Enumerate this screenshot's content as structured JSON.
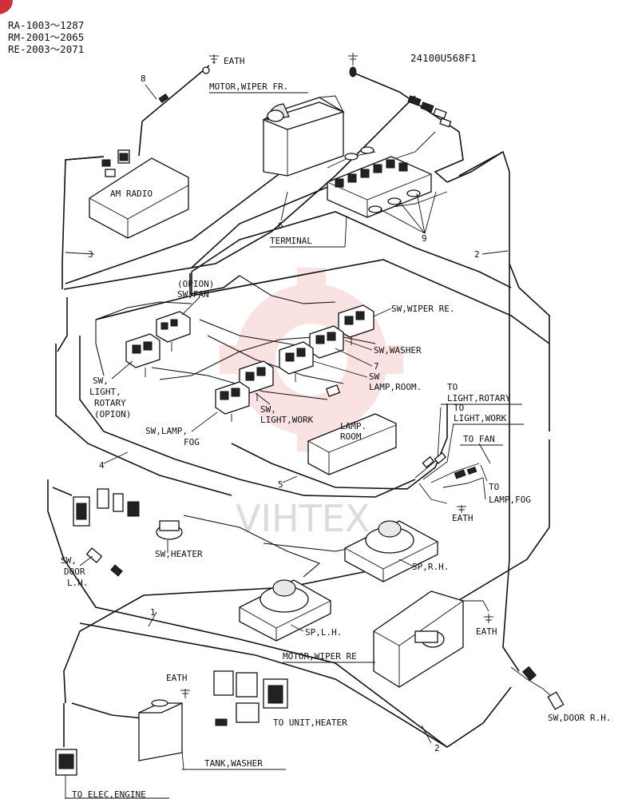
{
  "header": {
    "serial_lines": [
      "RA-1003～1287",
      "RM-2001～2065",
      "RE-2003～2071"
    ],
    "part_number": "24100U568F1"
  },
  "watermark": "VIHTEX",
  "labels": {
    "eath_top": "EATH",
    "motor_wiper_fr": "MOTOR,WIPER FR.",
    "am_radio": "AM RADIO",
    "terminal": "TERMINAL",
    "sw_fan_1": "(OPION)",
    "sw_fan_2": "SW,FAN",
    "sw_wiper_re": "SW,WIPER RE.",
    "sw_washer": "SW,WASHER",
    "sw_lamp_room_1": "SW",
    "sw_lamp_room_2": "LAMP,ROOM.",
    "sw_light_rotary_1": "SW,",
    "sw_light_rotary_2": "LIGHT,",
    "sw_light_rotary_3": "ROTARY",
    "sw_light_rotary_4": "(OPION)",
    "sw_light_work_1": "SW,",
    "sw_light_work_2": "LIGHT,WORK",
    "sw_lamp_fog_1": "SW,LAMP,",
    "sw_lamp_fog_2": "FOG",
    "lamp_room_1": "LAMP.",
    "lamp_room_2": "ROOM",
    "to_light_rotary_1": "TO",
    "to_light_rotary_2": "LIGHT,ROTARY",
    "to_light_work_1": "TO",
    "to_light_work_2": "LIGHT,WORK",
    "to_fan": "TO FAN",
    "to_lamp_fog_1": "TO",
    "to_lamp_fog_2": "LAMP,FOG",
    "eath_mid": "EATH",
    "sw_heater": "SW,HEATER",
    "sw_door_lh_1": "SW,",
    "sw_door_lh_2": "DOOR",
    "sw_door_lh_3": "L.H.",
    "sp_rh": "SP,R.H.",
    "sp_lh": "SP,L.H.",
    "motor_wiper_re": "MOTOR,WIPER RE",
    "eath_right": "EATH",
    "eath_bottom": "EATH",
    "to_unit_heater": "TO UNIT,HEATER",
    "tank_washer": "TANK,WASHER",
    "to_elec_engine": "TO ELEC,ENGINE",
    "sw_door_rh": "SW,DOOR R.H."
  },
  "numbers": {
    "n1": "1",
    "n2a": "2",
    "n2b": "2",
    "n3": "3",
    "n4": "4",
    "n5": "5",
    "n6": "6",
    "n7": "7",
    "n8": "8",
    "n9": "9"
  }
}
